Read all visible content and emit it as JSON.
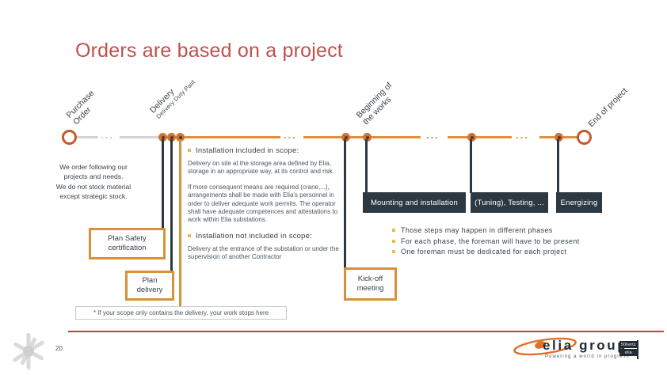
{
  "title": "Orders are based on a project",
  "page_number": "20",
  "timeline": {
    "purchase_order_label": "Purchase\nOrder",
    "delivery_label": "Delivery",
    "delivery_sublabel": "Delivery Duty Paid",
    "beginning_label": "Beginning of\nthe works",
    "end_label": "End of project",
    "ellipsis": "..."
  },
  "left_note": "We order following our\nprojects and needs.\nWe do not stock material\nexcept strategic stock.",
  "boxes": {
    "plan_safety": "Plan Safety\ncertification",
    "plan_delivery": "Plan\ndelivery",
    "kickoff_meeting": "Kick-off\nmeeting"
  },
  "scope_notes": {
    "included_heading": "Installation included in scope:",
    "included_body_1": "Delivery on site at the storage area defined by Elia, storage in an appropriate way, at its control and risk.",
    "included_body_2": "If more consequent means are required (crane,...), arrangements shall be made with Elia's personnel in order to deliver adequate work permits. The operator shall have adequate competences and attestations to work within Elia substations.",
    "not_included_heading": "Installation not included in scope:",
    "not_included_body": "Delivery at the entrance of the substation or under the supervision of another Contractor"
  },
  "phases": {
    "boxes": [
      "Mounting and installation",
      "(Tuning), Testing, ...",
      "Energizing"
    ],
    "bullets": [
      "Those steps may happen in different phases",
      "For each phase, the foreman will have to be present",
      "One foreman must be dedicated for each project"
    ]
  },
  "footnote": "* If your scope only contains the delivery, your work stops here",
  "footer": {
    "logo_text": "elia group",
    "logo_tagline": "Powering a world in progress",
    "logo_badge_top": "50hertz",
    "logo_badge_bottom": "elia"
  },
  "colors": {
    "title": "#C0504D",
    "timeline_orange": "#E0913F",
    "timeline_gray": "#D4D4D4",
    "node_border": "#C35A2E",
    "dark_slate": "#2C3943",
    "box_border_orange": "#D79138",
    "bullet_yellow": "#E3BE4B",
    "footer_line_red": "#B5443C"
  }
}
